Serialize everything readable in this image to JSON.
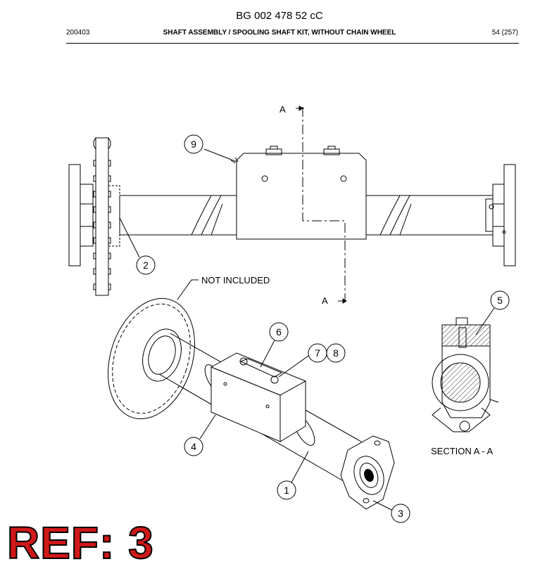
{
  "header": {
    "doc_number": "BG 002 478 52 cC",
    "date_code": "200403",
    "title": "SHAFT ASSEMBLY / SPOOLING SHAFT KIT, WITHOUT CHAIN WHEEL",
    "page": "54 (257)"
  },
  "drawing": {
    "section_marker": "A",
    "section_label": "SECTION A - A",
    "note_not_included": "NOT INCLUDED",
    "balloons": [
      "9",
      "2",
      "6",
      "7",
      "8",
      "5",
      "4",
      "1",
      "3"
    ]
  },
  "ref_label": "REF: 3"
}
